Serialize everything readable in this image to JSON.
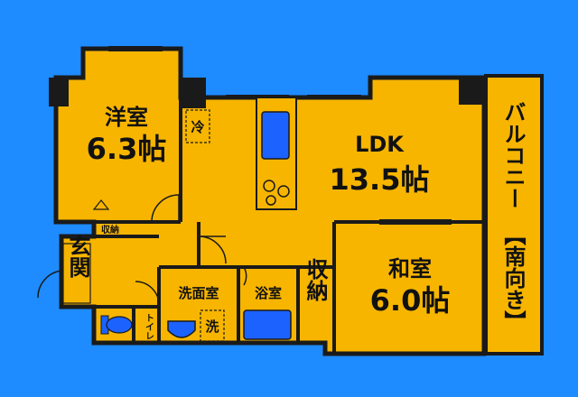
{
  "colors": {
    "background": "#1e8bff",
    "floor": "#f7b500",
    "wall": "#1a1a1a",
    "fixture_blue": "#1c62ff",
    "text": "#111111"
  },
  "rooms": {
    "western": {
      "name": "洋室",
      "size": "6.3帖"
    },
    "ldk": {
      "name": "LDK",
      "size": "13.5帖"
    },
    "japanese": {
      "name": "和室",
      "size": "6.0帖"
    },
    "balcony": {
      "name": "バルコニー",
      "orientation": "【南向き】"
    },
    "entrance": {
      "name": "玄関"
    },
    "washroom": {
      "name": "洗面室"
    },
    "bathroom": {
      "name": "浴室"
    },
    "storage_large": {
      "name": "収納"
    },
    "storage_small": {
      "name": "収納"
    },
    "toilet": {
      "name": "トイレ"
    }
  },
  "fixtures": {
    "fridge": "冷",
    "washer": "洗"
  }
}
